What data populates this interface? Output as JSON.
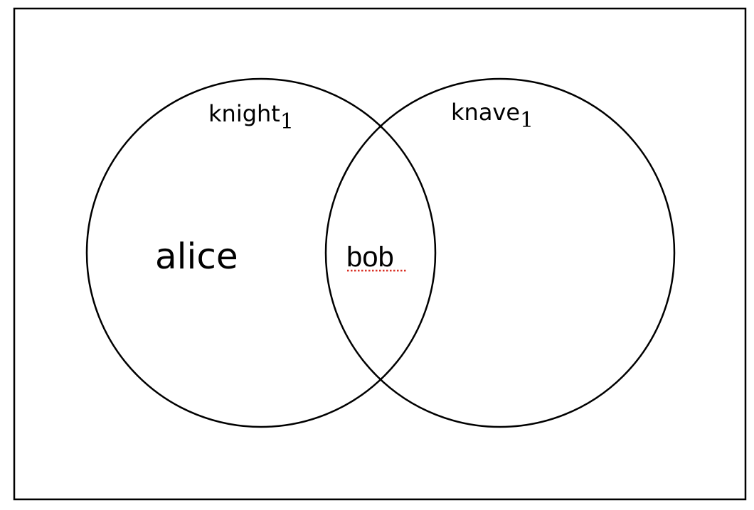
{
  "diagram": {
    "type": "venn",
    "sets": [
      {
        "name": "knight",
        "subscript": "1"
      },
      {
        "name": "knave",
        "subscript": "1"
      }
    ],
    "members": {
      "left_only": "alice",
      "intersection": "bob"
    },
    "colors": {
      "stroke": "#000000",
      "background": "#ffffff",
      "spellcheck_underline": "#d93025"
    }
  }
}
